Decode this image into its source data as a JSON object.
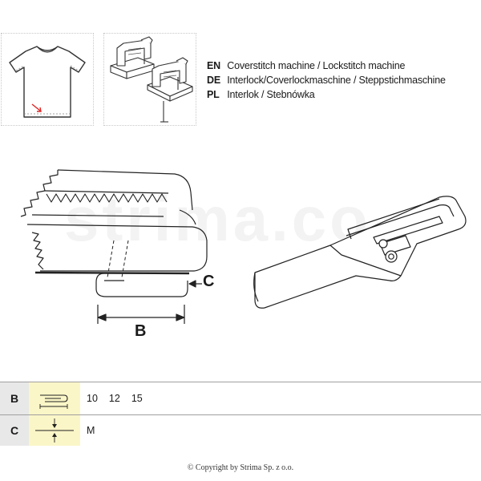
{
  "header": {
    "languages": [
      {
        "code": "EN",
        "text": "Coverstitch machine / Lockstitch machine"
      },
      {
        "code": "DE",
        "text": "Interlock/Coverlockmaschine / Steppstichmaschine"
      },
      {
        "code": "PL",
        "text": "Interlok / Stebnówka"
      }
    ]
  },
  "illustration": {
    "watermark": "strima.co",
    "label_b": "B",
    "label_c": "C"
  },
  "table": {
    "rows": [
      {
        "label": "B",
        "values": [
          "10",
          "12",
          "15"
        ]
      },
      {
        "label": "C",
        "values": [
          "M"
        ]
      }
    ]
  },
  "footer": {
    "copyright": "© Copyright by Strima Sp. z o.o."
  }
}
